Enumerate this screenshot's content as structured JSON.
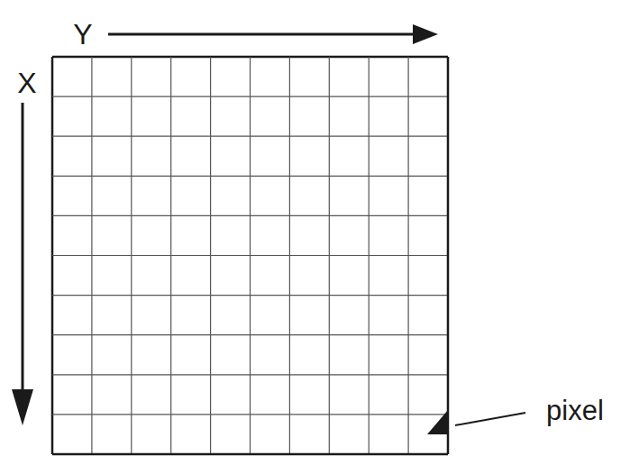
{
  "diagram": {
    "labels": [
      "Y",
      "X",
      "pixel"
    ]
  }
}
